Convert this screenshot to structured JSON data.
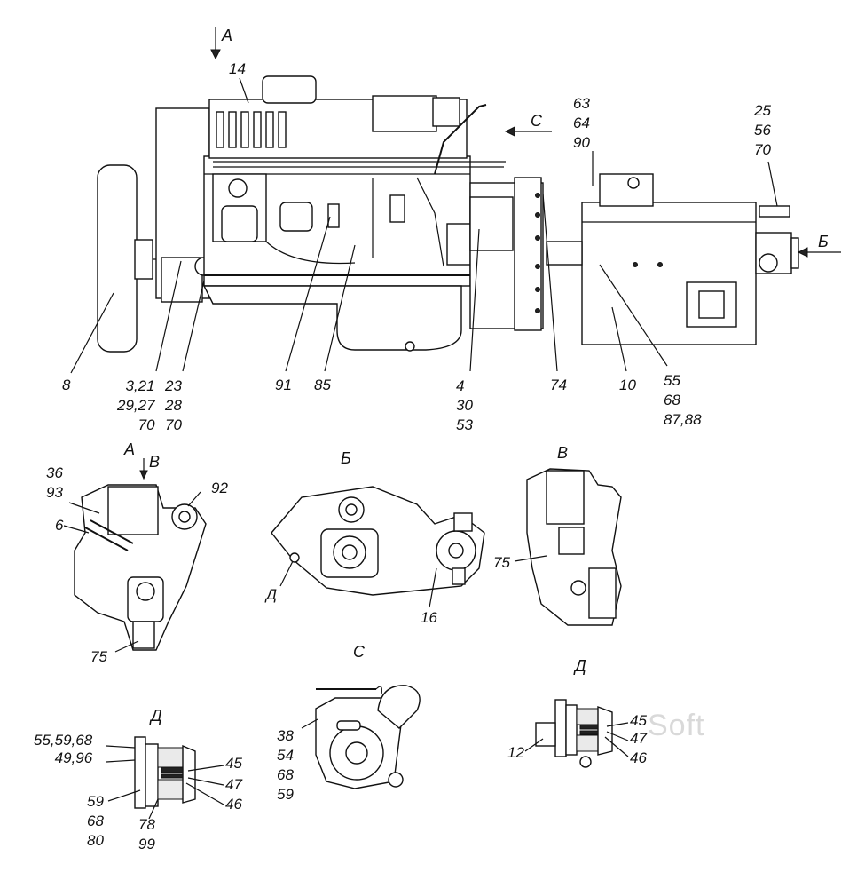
{
  "views": {
    "main": {
      "arrow_a": "А",
      "arrow_c": "С",
      "arrow_b": "Б",
      "callouts": {
        "c14": "14",
        "c63": "63\n64\n90",
        "c25": "25\n56\n70",
        "c8": "8",
        "c3": "3,21\n29,27\n70",
        "c23": "23\n28\n70",
        "c91": "91",
        "c85": "85",
        "c4": "4\n30\n53",
        "c74": "74",
        "c10": "10",
        "c55": "55\n68\n87,88"
      }
    },
    "view_a": {
      "title": "А",
      "arrow_v": "В",
      "callouts": {
        "c36": "36\n93",
        "c6": "6",
        "c92": "92",
        "c75": "75"
      }
    },
    "view_b": {
      "title": "Б",
      "callouts": {
        "cD": "Д",
        "c16": "16"
      }
    },
    "view_v": {
      "title": "В",
      "callouts": {
        "c75": "75"
      }
    },
    "view_c": {
      "title": "С",
      "callouts": {
        "c38": "38\n54\n68\n59"
      }
    },
    "view_d_left": {
      "title": "Д",
      "callouts": {
        "c55": "55,59,68\n49,96",
        "c45": "45",
        "c47": "47",
        "c46": "46",
        "c59": "59\n68\n80",
        "c78": "78\n99"
      }
    },
    "view_d_right": {
      "title": "Д",
      "callouts": {
        "c12": "12",
        "c45": "45",
        "c47": "47",
        "c46": "46"
      }
    }
  },
  "watermark": "Soft"
}
